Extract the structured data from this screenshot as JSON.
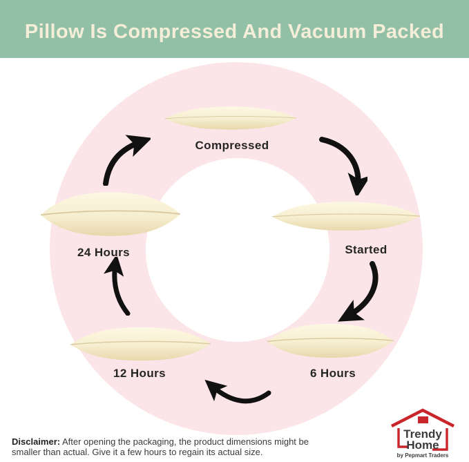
{
  "colors": {
    "page_bg": "#ffffff",
    "header_bg": "#92c0a6",
    "header_text": "#f4edd7",
    "ring_pink": "#fbe5e8",
    "pillow_light": "#fdf8e4",
    "pillow_mid": "#f6eecf",
    "pillow_dark": "#e8d7ac",
    "pillow_seam": "#d9c79c",
    "label_text": "#252525",
    "arrow_black": "#111111",
    "disclaimer_text": "#3a3a3a",
    "logo_red": "#c9252b",
    "logo_text": "#3b3b3b"
  },
  "header": {
    "title": "Pillow Is Compressed And Vacuum Packed"
  },
  "cycle": {
    "description": "pillow expansion cycle shown clockwise on a pink ring",
    "stages": [
      {
        "name": "compressed",
        "label": "Compressed"
      },
      {
        "name": "started",
        "label": "Started"
      },
      {
        "name": "6-hours",
        "label": "6 Hours"
      },
      {
        "name": "12-hours",
        "label": "12 Hours"
      },
      {
        "name": "24-hours",
        "label": "24 Hours"
      }
    ]
  },
  "footer": {
    "disclaimer_label": "Disclaimer:",
    "disclaimer_text": " After opening the packaging, the product dimensions might be smaller than actual. Give it a few hours to regain its actual size."
  },
  "logo": {
    "line1": "Trendy",
    "line2": "Home",
    "tagline": "by Pepmart Traders"
  }
}
